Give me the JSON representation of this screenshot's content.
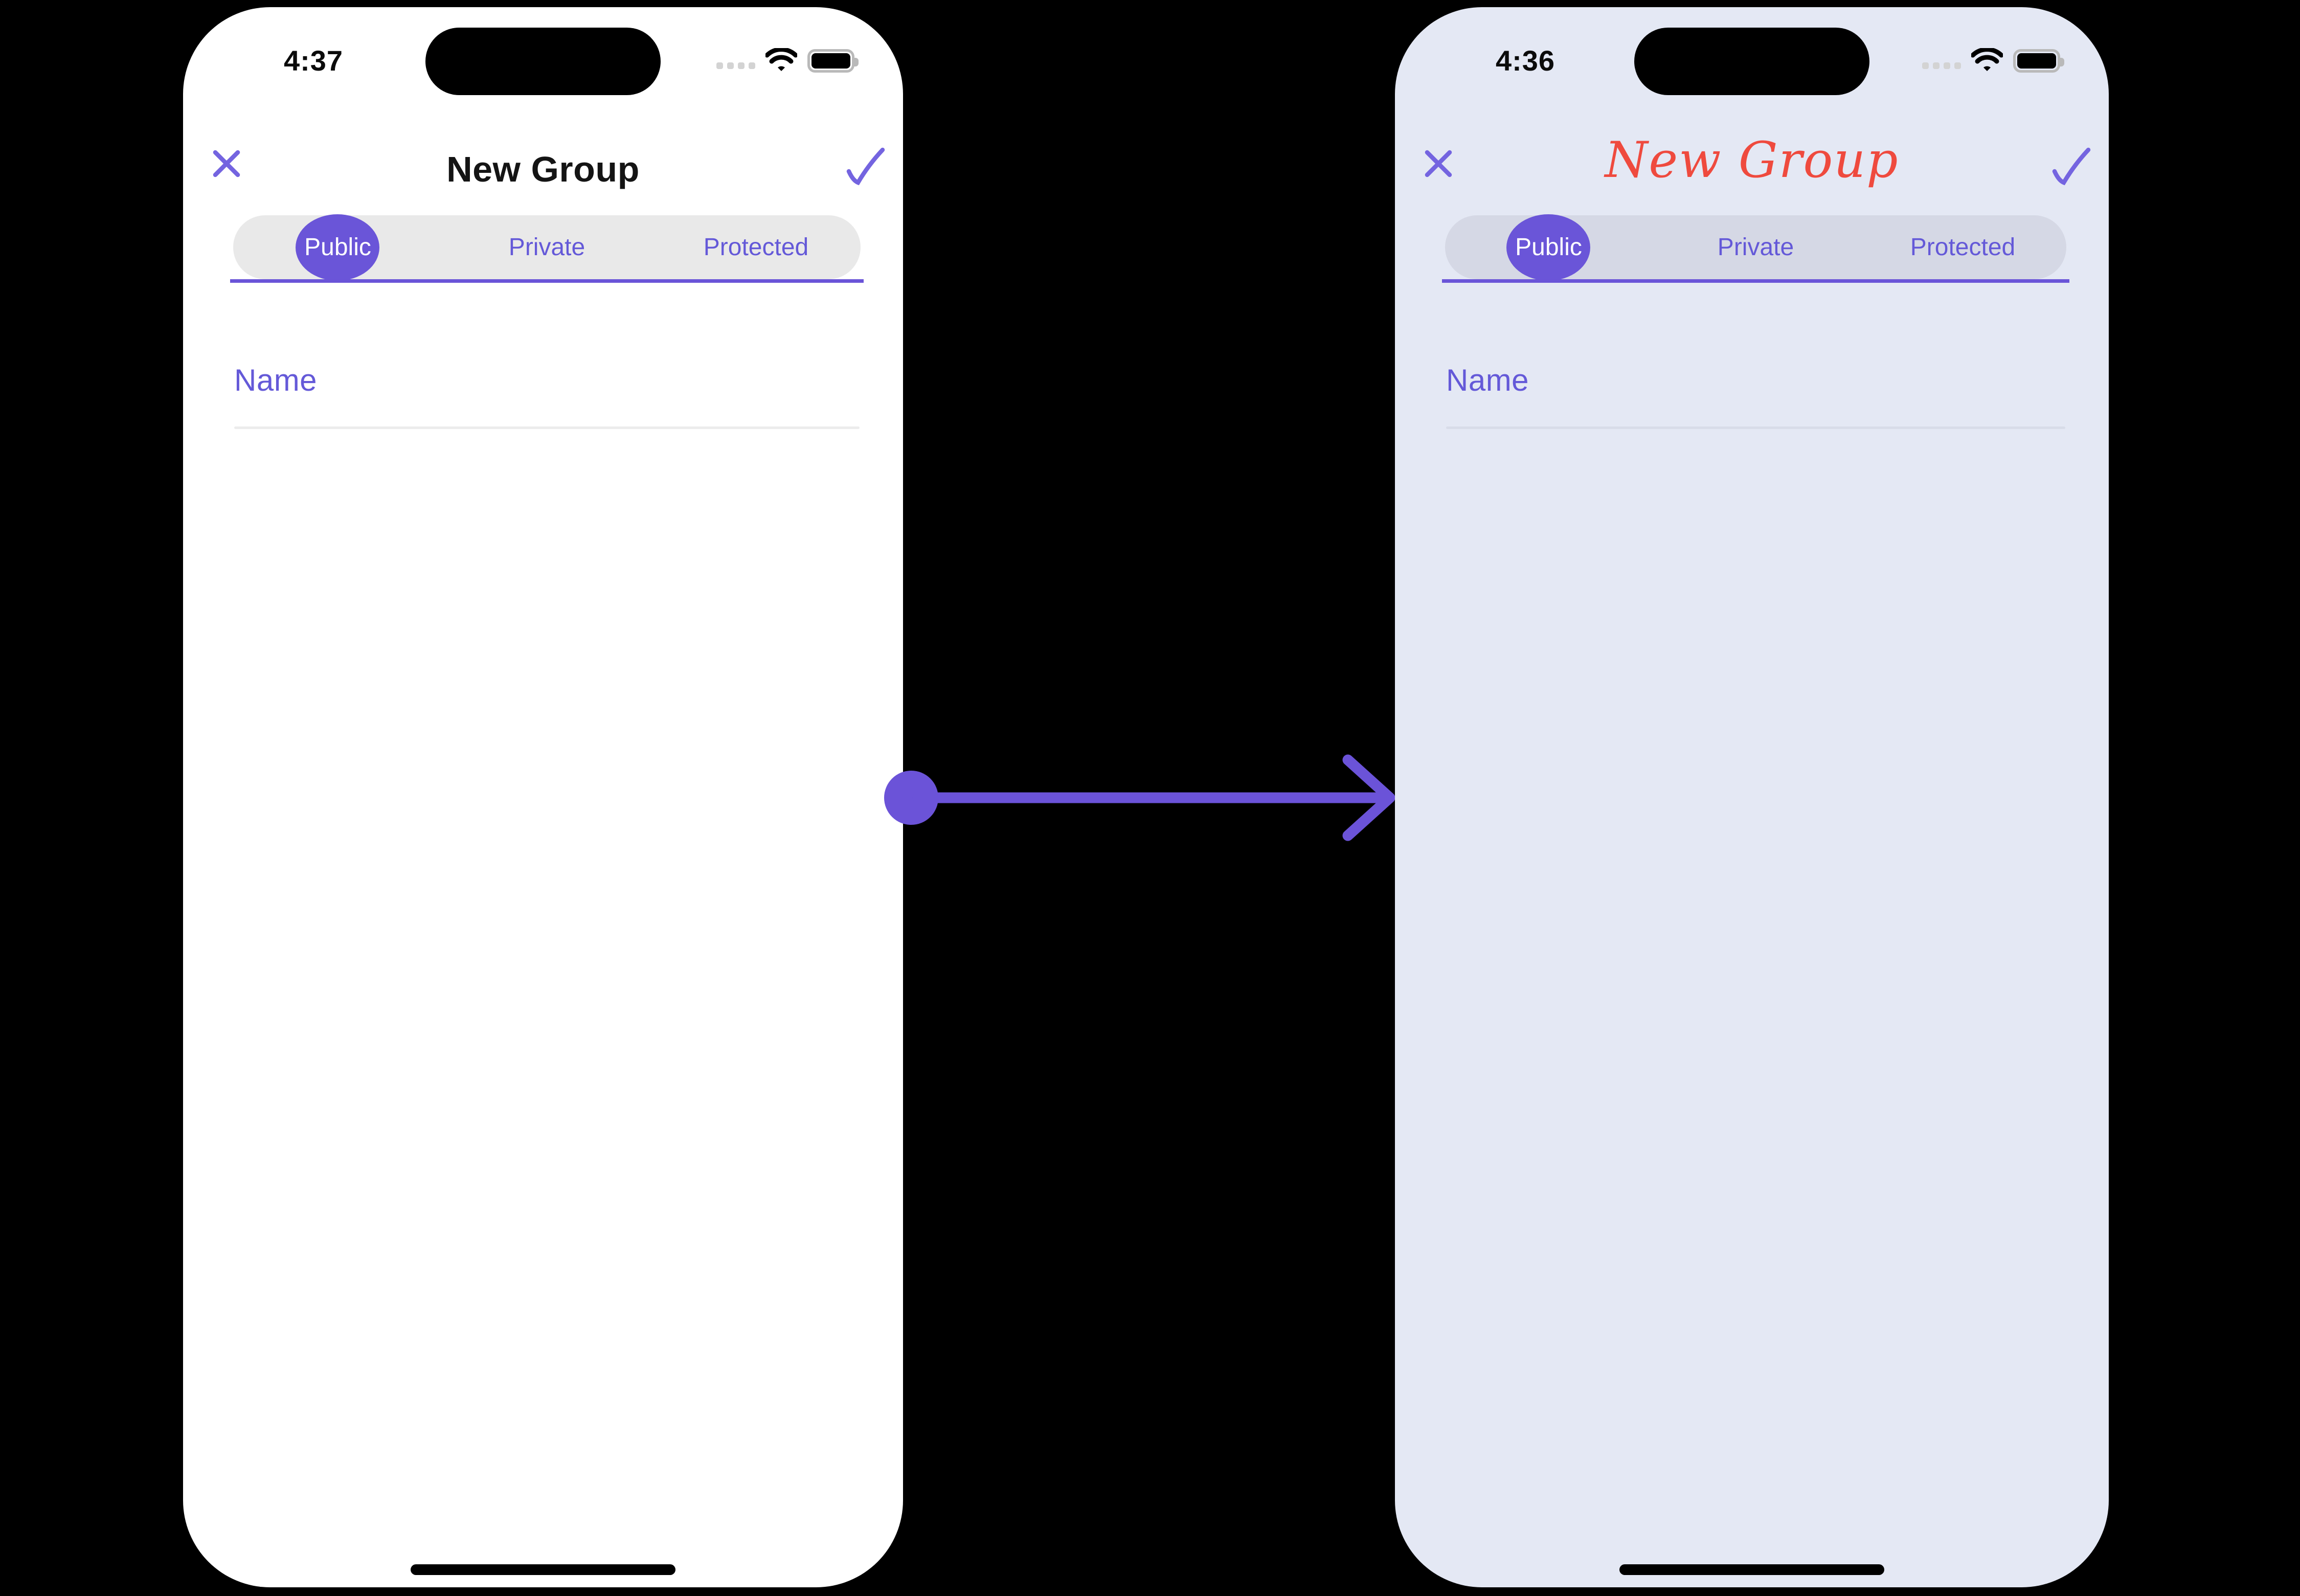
{
  "colors": {
    "accent_purple": "#6A54D8",
    "tab_text_purple": "#6459D8",
    "icon_purple": "#7464E0",
    "title_red": "#EF4A3E",
    "left_phone_bg": "#FFFFFF",
    "right_phone_bg": "#E4E8F4",
    "left_segment_bg": "#E9E9E9",
    "right_segment_bg": "#D5D8E5",
    "left_field_line": "#ECECEC",
    "right_field_line": "#D8DCE9",
    "background": "#000000"
  },
  "arrow": {
    "direction": "right",
    "start_icon": "dot-circle",
    "end_icon": "arrowhead-right",
    "color": "#6B53D8"
  },
  "phones": [
    {
      "id": "before",
      "status_bar": {
        "time": "4:37",
        "icons": [
          "cellular-signal-icon",
          "wifi-icon",
          "battery-icon"
        ]
      },
      "header": {
        "title": "New Group",
        "close_icon": "close-x-icon",
        "confirm_icon": "checkmark-icon"
      },
      "segmented_control": {
        "selected": "Public",
        "tabs": [
          {
            "label": "Public"
          },
          {
            "label": "Private"
          },
          {
            "label": "Protected"
          }
        ]
      },
      "form": {
        "name_placeholder": "Name"
      }
    },
    {
      "id": "after",
      "status_bar": {
        "time": "4:36",
        "icons": [
          "cellular-signal-icon",
          "wifi-icon",
          "battery-icon"
        ]
      },
      "header": {
        "title": "New Group",
        "close_icon": "close-x-icon",
        "confirm_icon": "checkmark-icon"
      },
      "segmented_control": {
        "selected": "Public",
        "tabs": [
          {
            "label": "Public"
          },
          {
            "label": "Private"
          },
          {
            "label": "Protected"
          }
        ]
      },
      "form": {
        "name_placeholder": "Name"
      }
    }
  ]
}
